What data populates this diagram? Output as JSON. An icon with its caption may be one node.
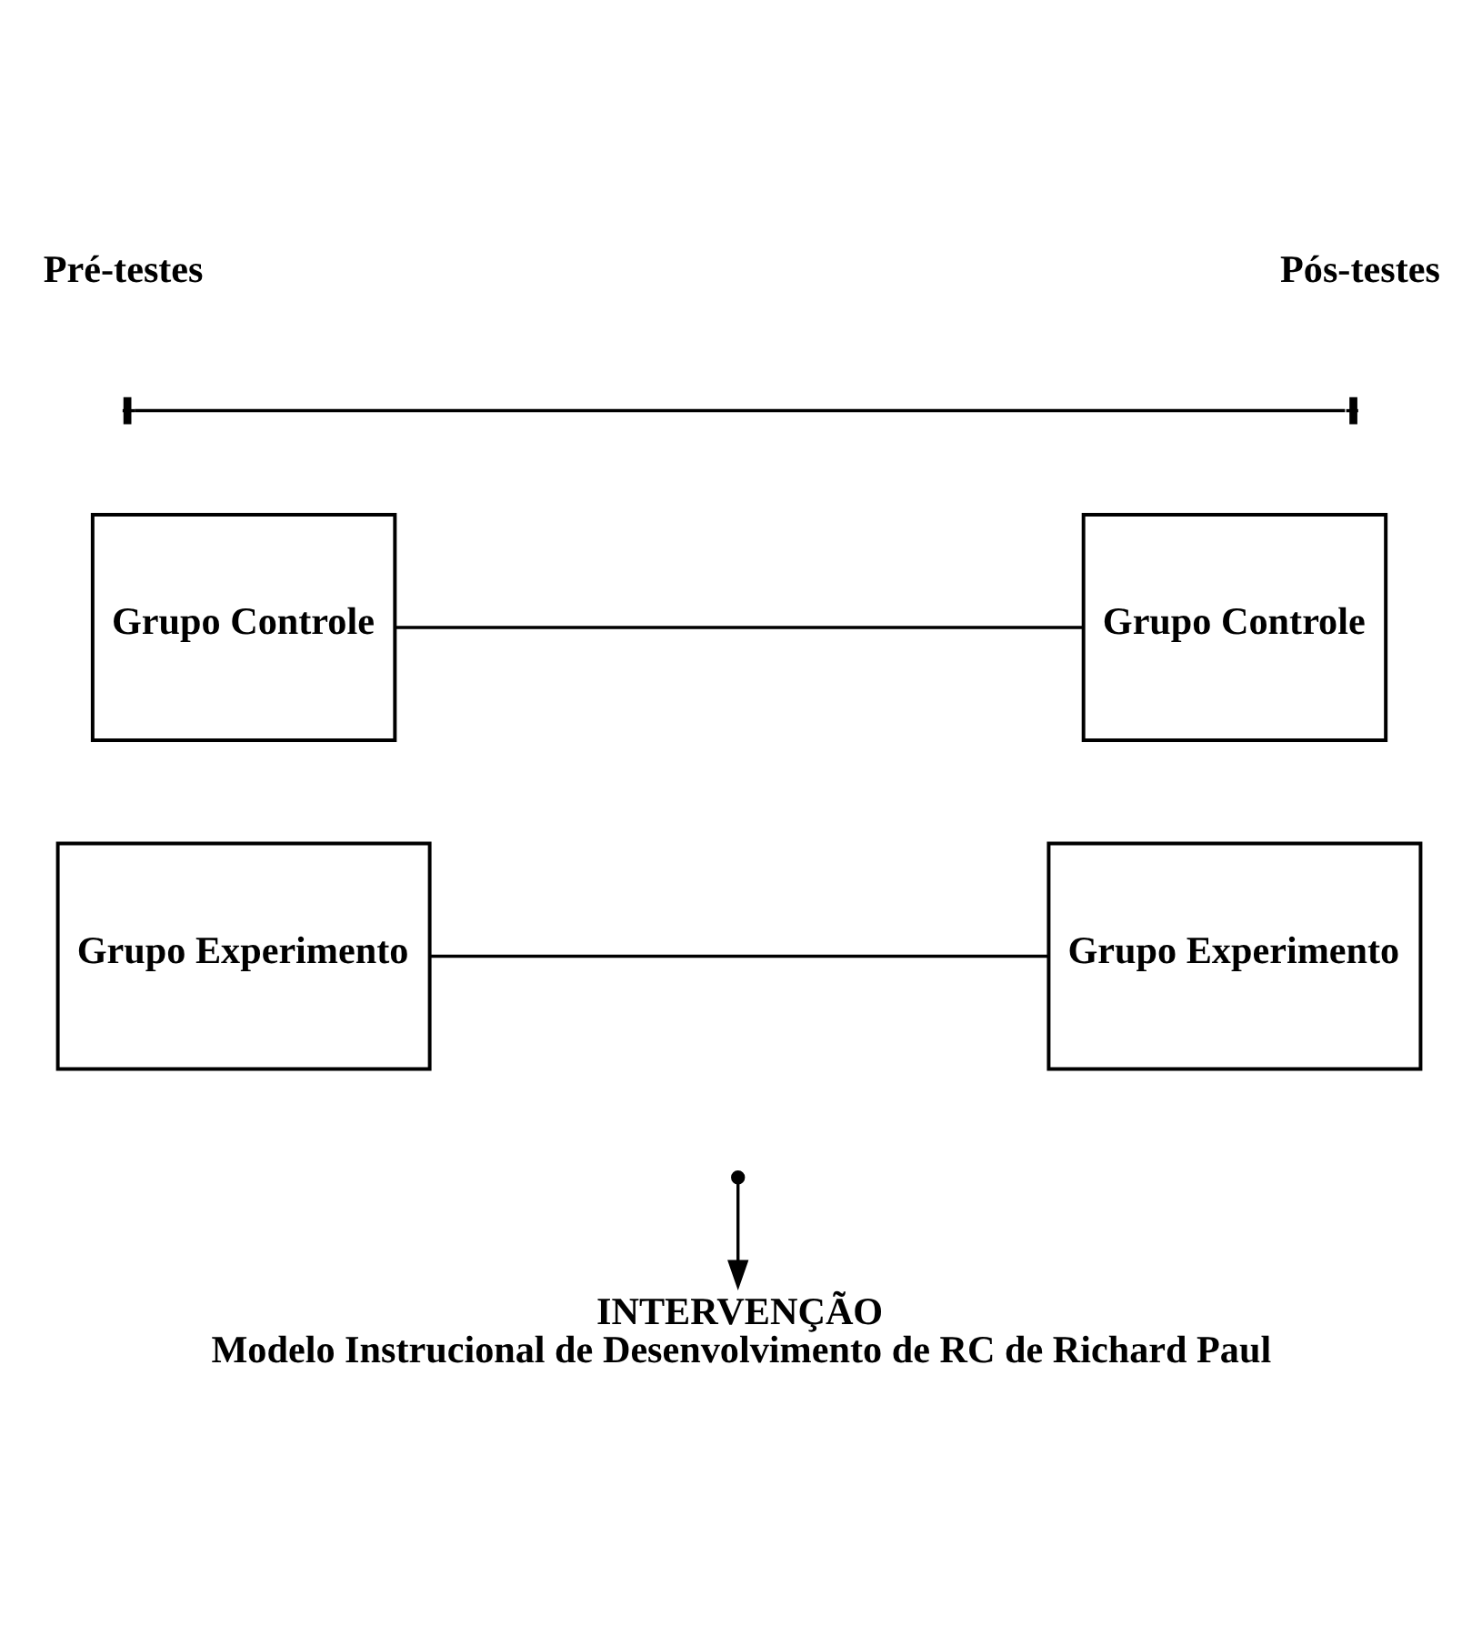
{
  "diagram": {
    "nodes": [
      {
        "text": [
          "Grupo Controle"
        ]
      },
      {
        "text": [
          "Grupo Controle"
        ]
      },
      {
        "text": [
          "Grupo Experimento"
        ]
      },
      {
        "text": [
          "Grupo Experimento"
        ]
      },
      {
        "text": [
          "INTERVENÇÃO",
          "Modelo Instrucional de Desenvolvimento de RC de Richard Paul"
        ]
      }
    ],
    "edges": [
      {
        "from": 0,
        "to": 1,
        "arrow": "none"
      },
      {
        "from": 2,
        "to": 3,
        "arrow": "none"
      },
      {
        "from": null,
        "to": 4,
        "arrow": "to"
      }
    ],
    "labels": [
      "Pré-testes",
      "Pós-testes"
    ]
  }
}
